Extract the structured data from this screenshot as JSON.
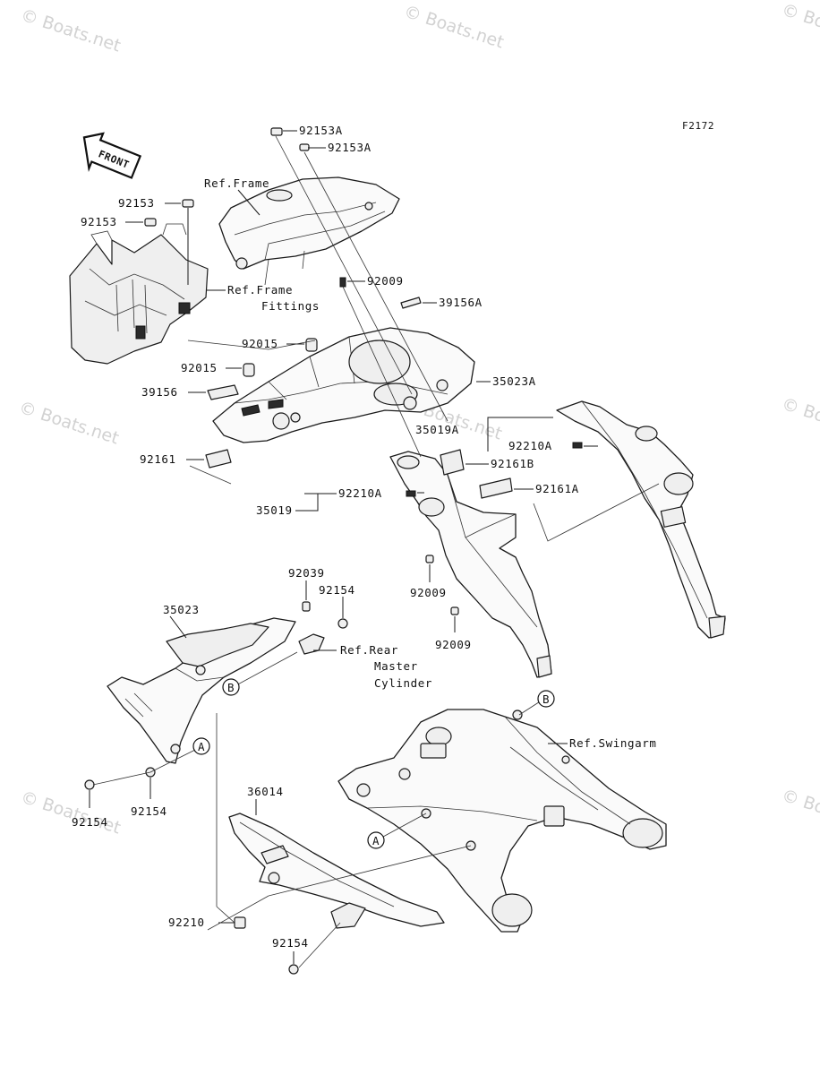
{
  "figure_code": "F2172",
  "front_arrow_text": "FRONT",
  "watermark_text": "© Boats.net",
  "callouts": {
    "A": "A",
    "B": "B"
  },
  "labels": {
    "p92153A_1": "92153A",
    "p92153A_2": "92153A",
    "ref_frame": "Ref.Frame",
    "p92153_1": "92153",
    "p92153_2": "92153",
    "ref_frame_fittings_1": "Ref.Frame",
    "ref_frame_fittings_2": "Fittings",
    "p92009_1": "92009",
    "p39156A": "39156A",
    "p92015_1": "92015",
    "p92015_2": "92015",
    "p35023A": "35023A",
    "p39156": "39156",
    "p35019A": "35019A",
    "p92210A_1": "92210A",
    "p92161": "92161",
    "p92161B": "92161B",
    "p92161A": "92161A",
    "p35019": "35019",
    "p92210A_2": "92210A",
    "p92009_2": "92009",
    "p92009_3": "92009",
    "p92039": "92039",
    "p92154_1": "92154",
    "p35023": "35023",
    "ref_rear_1": "Ref.Rear",
    "ref_rear_2": "Master",
    "ref_rear_3": "Cylinder",
    "ref_swingarm": "Ref.Swingarm",
    "p92154_2": "92154",
    "p92154_3": "92154",
    "p36014": "36014",
    "p92210": "92210",
    "p92154_4": "92154"
  }
}
